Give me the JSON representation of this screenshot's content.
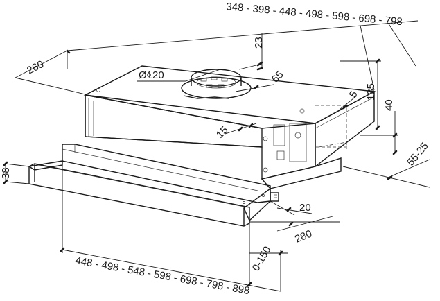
{
  "dimensions": {
    "hood_widths_top": "348 - 398 - 448 - 498 - 598 - 698 - 798",
    "depth_left": "260",
    "cutout_offset_top": "23",
    "duct_diameter": "Ø120",
    "duct_offset": "65",
    "height_body": "135",
    "offset_5": "5",
    "height_40": "40",
    "side_15": "15",
    "side_clearance": "55-25",
    "front_height": "38",
    "front_20": "20",
    "depth_280": "280",
    "extension": "0-150",
    "panel_widths_bottom": "448 - 498 - 548 - 598 - 698 - 798 - 898"
  }
}
